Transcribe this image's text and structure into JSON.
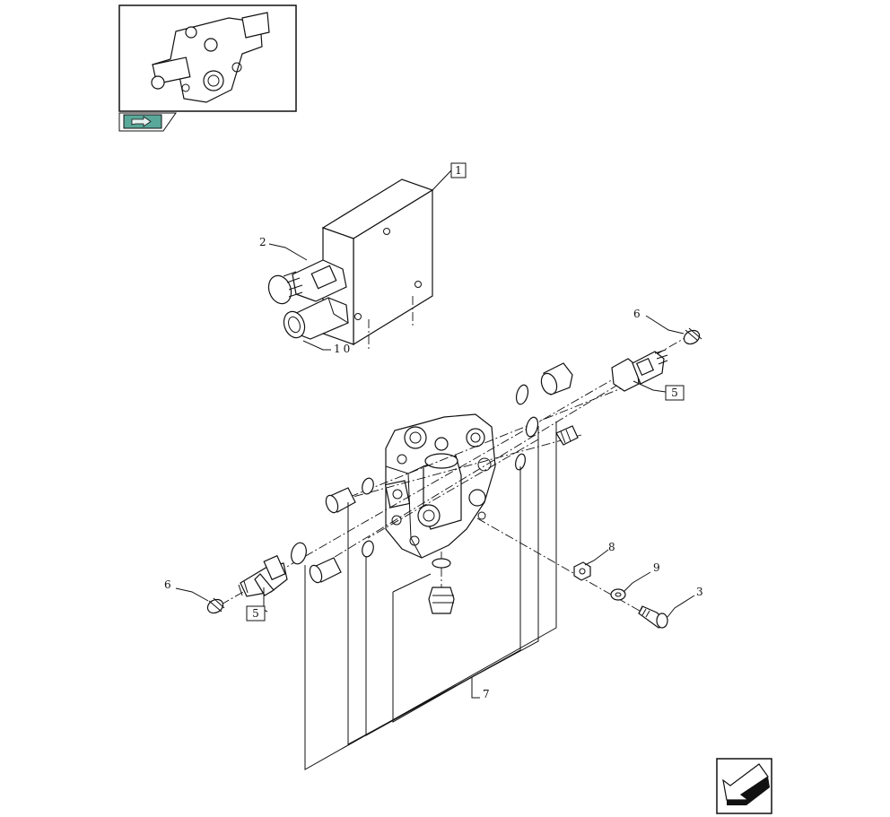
{
  "thumbnail": {
    "icon": "valve-assembly-thumbnail",
    "tab_icon": "book-arrow-icon",
    "tab_color": "#5aa89a"
  },
  "nav": {
    "icon": "previous-page-arrow-icon"
  },
  "callouts": {
    "c1": "1",
    "c2": "2",
    "c3": "3",
    "c5a": "5",
    "c5b": "5",
    "c6a": "6",
    "c6b": "6",
    "c7": "7",
    "c8": "8",
    "c9": "9",
    "c10": "10"
  }
}
